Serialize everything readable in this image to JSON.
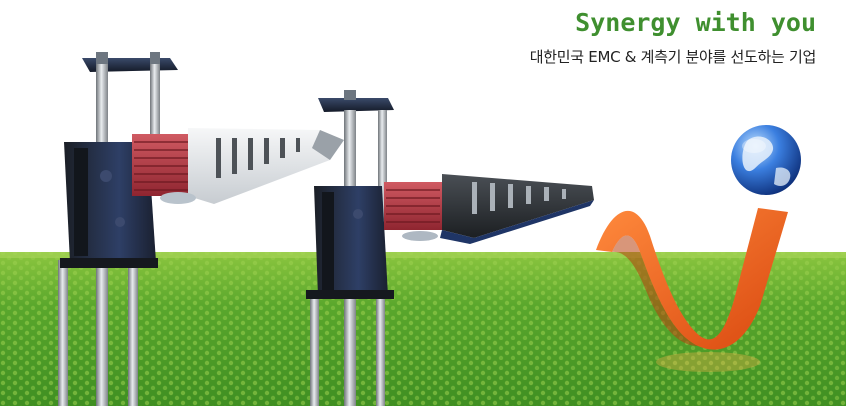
{
  "banner": {
    "title": "Synergy with you",
    "subtitle": "대한민국 EMC & 계측기 분야를 선도하는 기업"
  },
  "colors": {
    "title_green": "#3f8f2f",
    "field_green": "#5aa72c",
    "antenna_red": "#b3333d",
    "logo_orange": "#f0641e",
    "globe_blue": "#2a66c9"
  },
  "icons": [
    "antenna-mast",
    "log-periodic-antenna",
    "globe-icon",
    "company-logo-swoosh"
  ]
}
